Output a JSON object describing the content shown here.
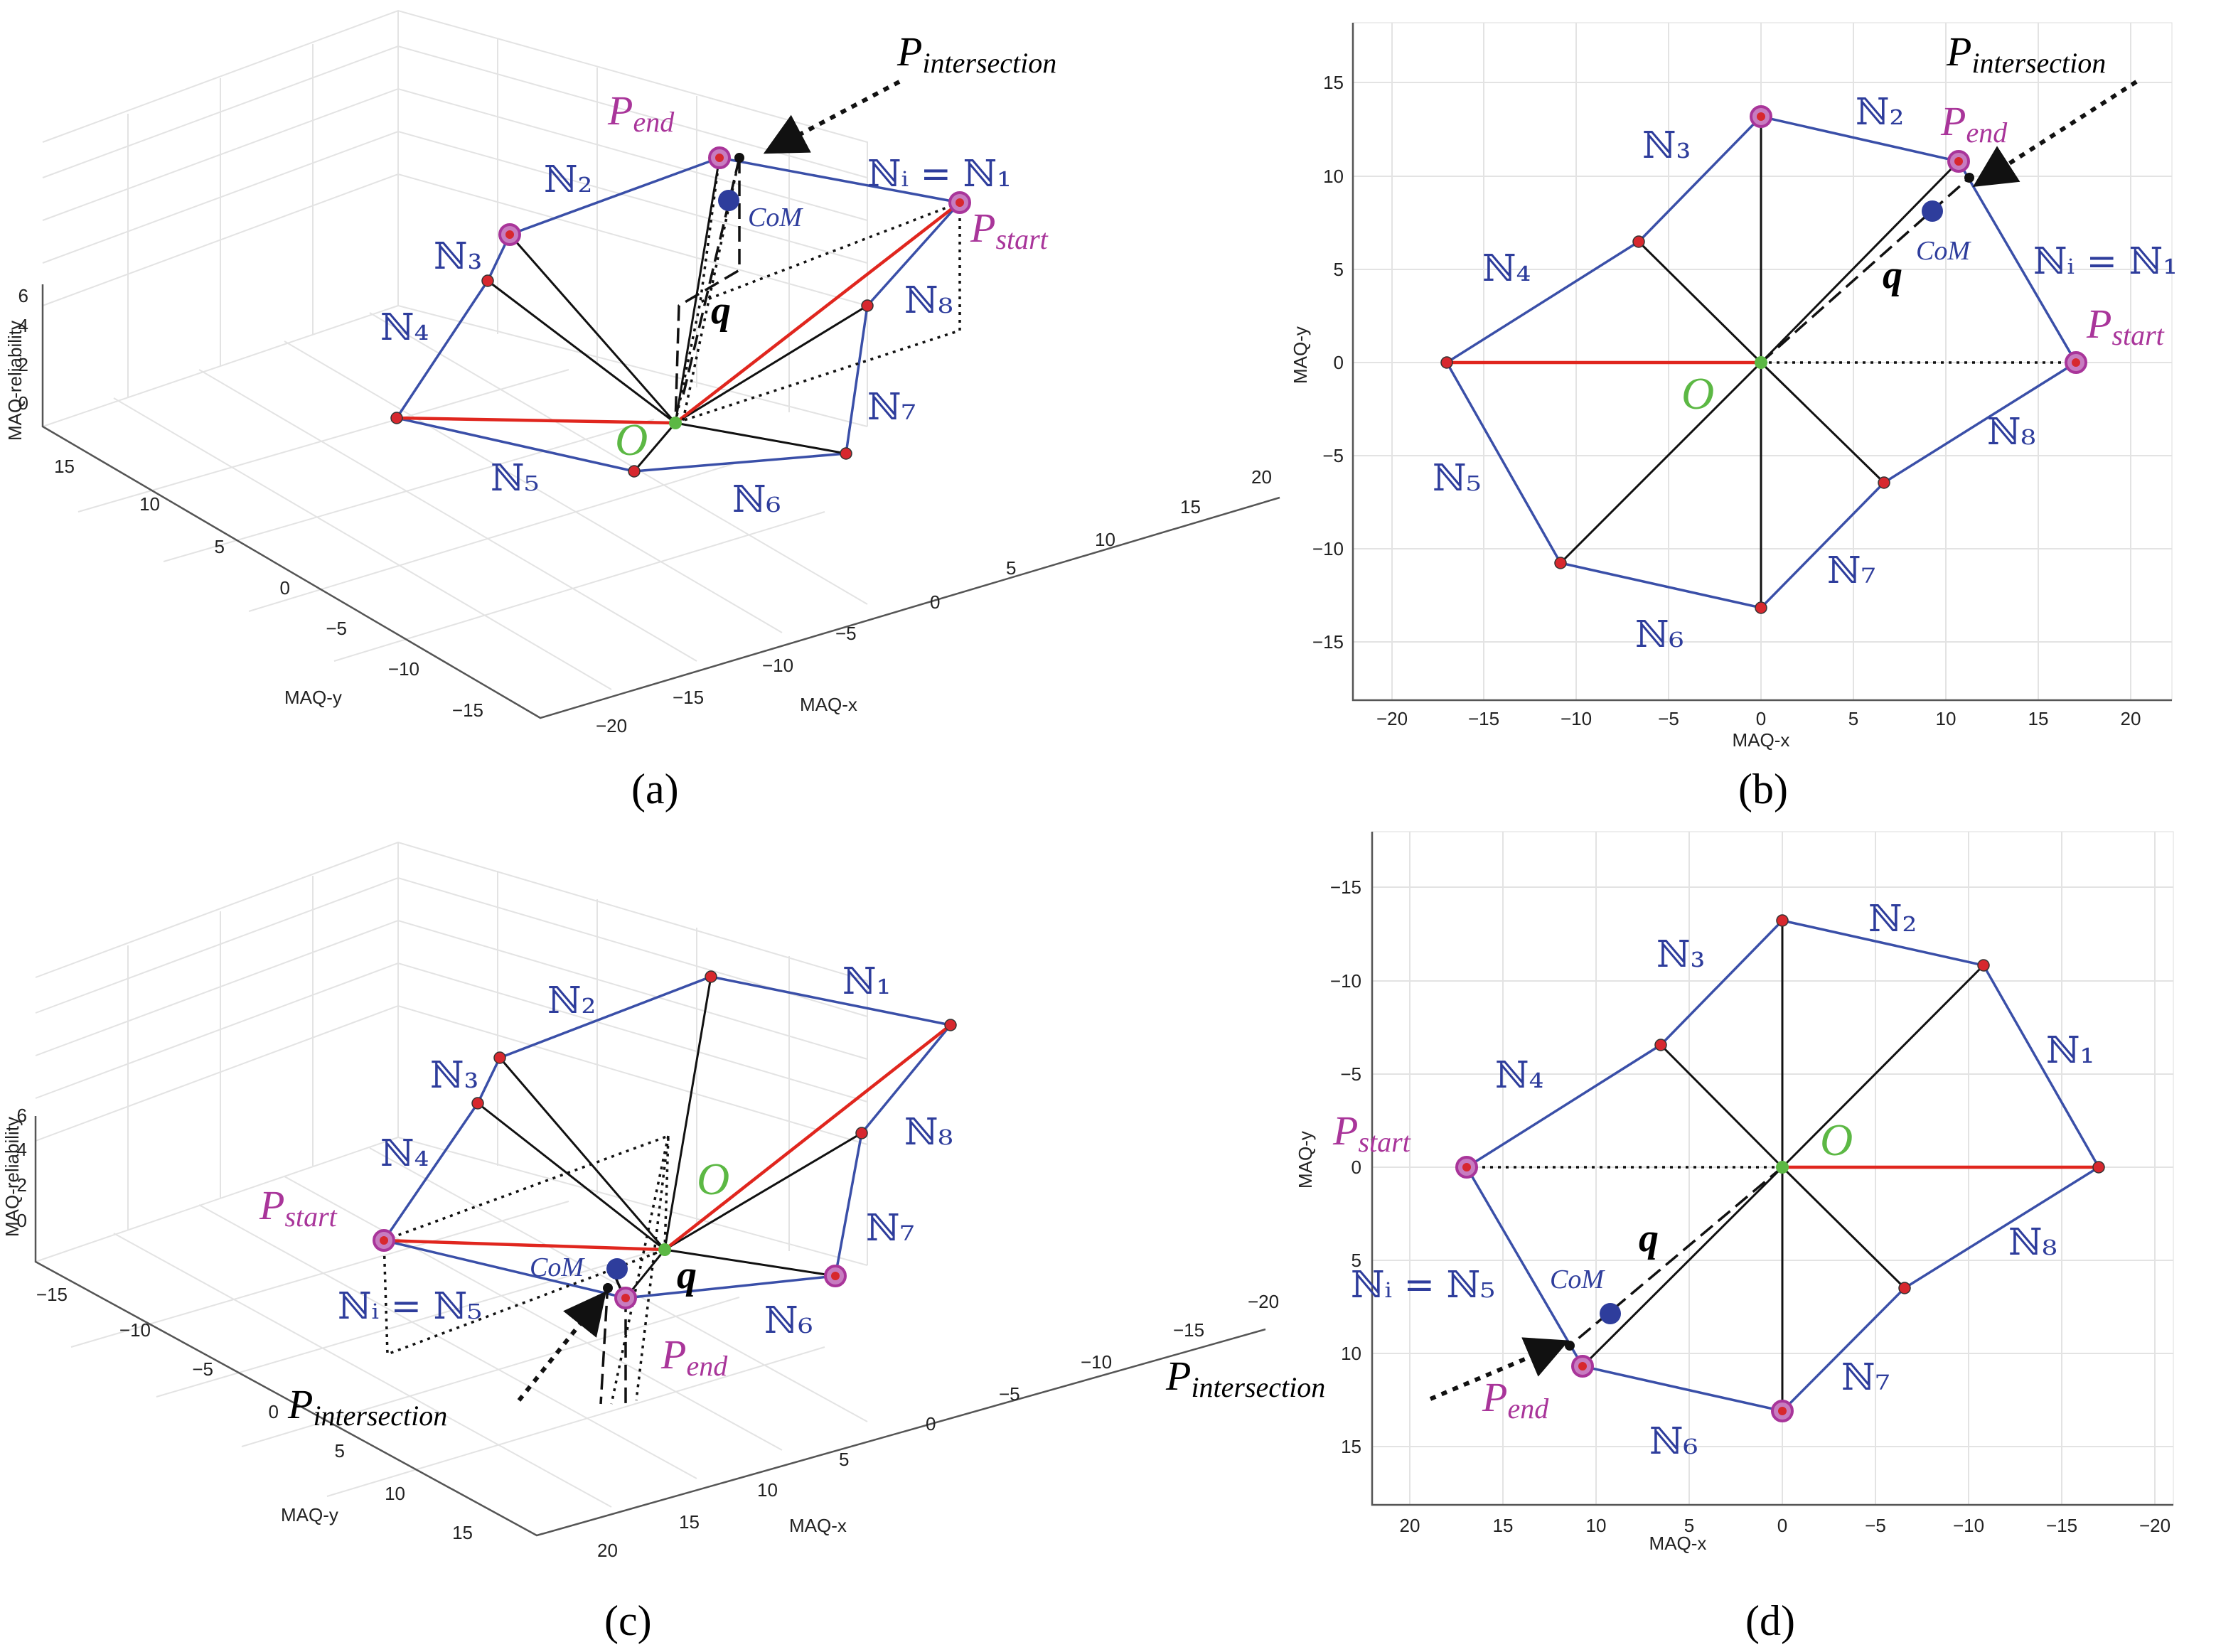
{
  "colors": {
    "polygon": "#3a4fa8",
    "spoke": "#111111",
    "red_line": "#e0261e",
    "vertex": "#d7282e",
    "special_point": "#a9359a",
    "origin": "#5cb844",
    "com": "#2e3d9c"
  },
  "labels": {
    "O": "O",
    "q": "q",
    "com": "CoM",
    "p_base": "P",
    "start_sub": "start",
    "end_sub": "end",
    "intersection_sub": "intersection",
    "N1": "ℕ₁",
    "N2": "ℕ₂",
    "N3": "ℕ₃",
    "N4": "ℕ₄",
    "N5": "ℕ₅",
    "N6": "ℕ₆",
    "N7": "ℕ₇",
    "N8": "ℕ₈",
    "Niota_N1": "ℕᵢ = ℕ₁",
    "Niota_N5": "ℕᵢ = ℕ₅"
  },
  "panels": {
    "a": {
      "caption": "(a)",
      "xlabel": "MAQ-x",
      "ylabel": "MAQ-y",
      "zlabel": "MAQ-reliability",
      "x_ticks": [
        "−20",
        "−15",
        "−10",
        "−5",
        "0",
        "5",
        "10",
        "15",
        "20"
      ],
      "y_ticks": [
        "15",
        "10",
        "5",
        "0",
        "−5",
        "−10",
        "−15"
      ],
      "z_ticks": [
        "6",
        "4",
        "2",
        "0"
      ]
    },
    "b": {
      "caption": "(b)",
      "xlabel": "MAQ-x",
      "ylabel": "MAQ-y",
      "x_ticks": [
        "−20",
        "−15",
        "−10",
        "−5",
        "0",
        "5",
        "10",
        "15",
        "20"
      ],
      "y_ticks": [
        "15",
        "10",
        "5",
        "0",
        "−5",
        "−10",
        "−15"
      ]
    },
    "c": {
      "caption": "(c)",
      "xlabel": "MAQ-x",
      "ylabel": "MAQ-y",
      "zlabel": "MAQ-reliability",
      "x_ticks": [
        "20",
        "15",
        "10",
        "5",
        "0",
        "−5",
        "−10",
        "−15",
        "−20"
      ],
      "y_ticks": [
        "−15",
        "−10",
        "−5",
        "0",
        "5",
        "10",
        "15"
      ],
      "z_ticks": [
        "6",
        "4",
        "2",
        "0"
      ]
    },
    "d": {
      "caption": "(d)",
      "xlabel": "MAQ-x",
      "ylabel": "MAQ-y",
      "x_ticks": [
        "20",
        "15",
        "10",
        "5",
        "0",
        "−5",
        "−10",
        "−15",
        "−20"
      ],
      "y_ticks": [
        "−15",
        "−10",
        "−5",
        "0",
        "5",
        "10",
        "15"
      ]
    }
  }
}
